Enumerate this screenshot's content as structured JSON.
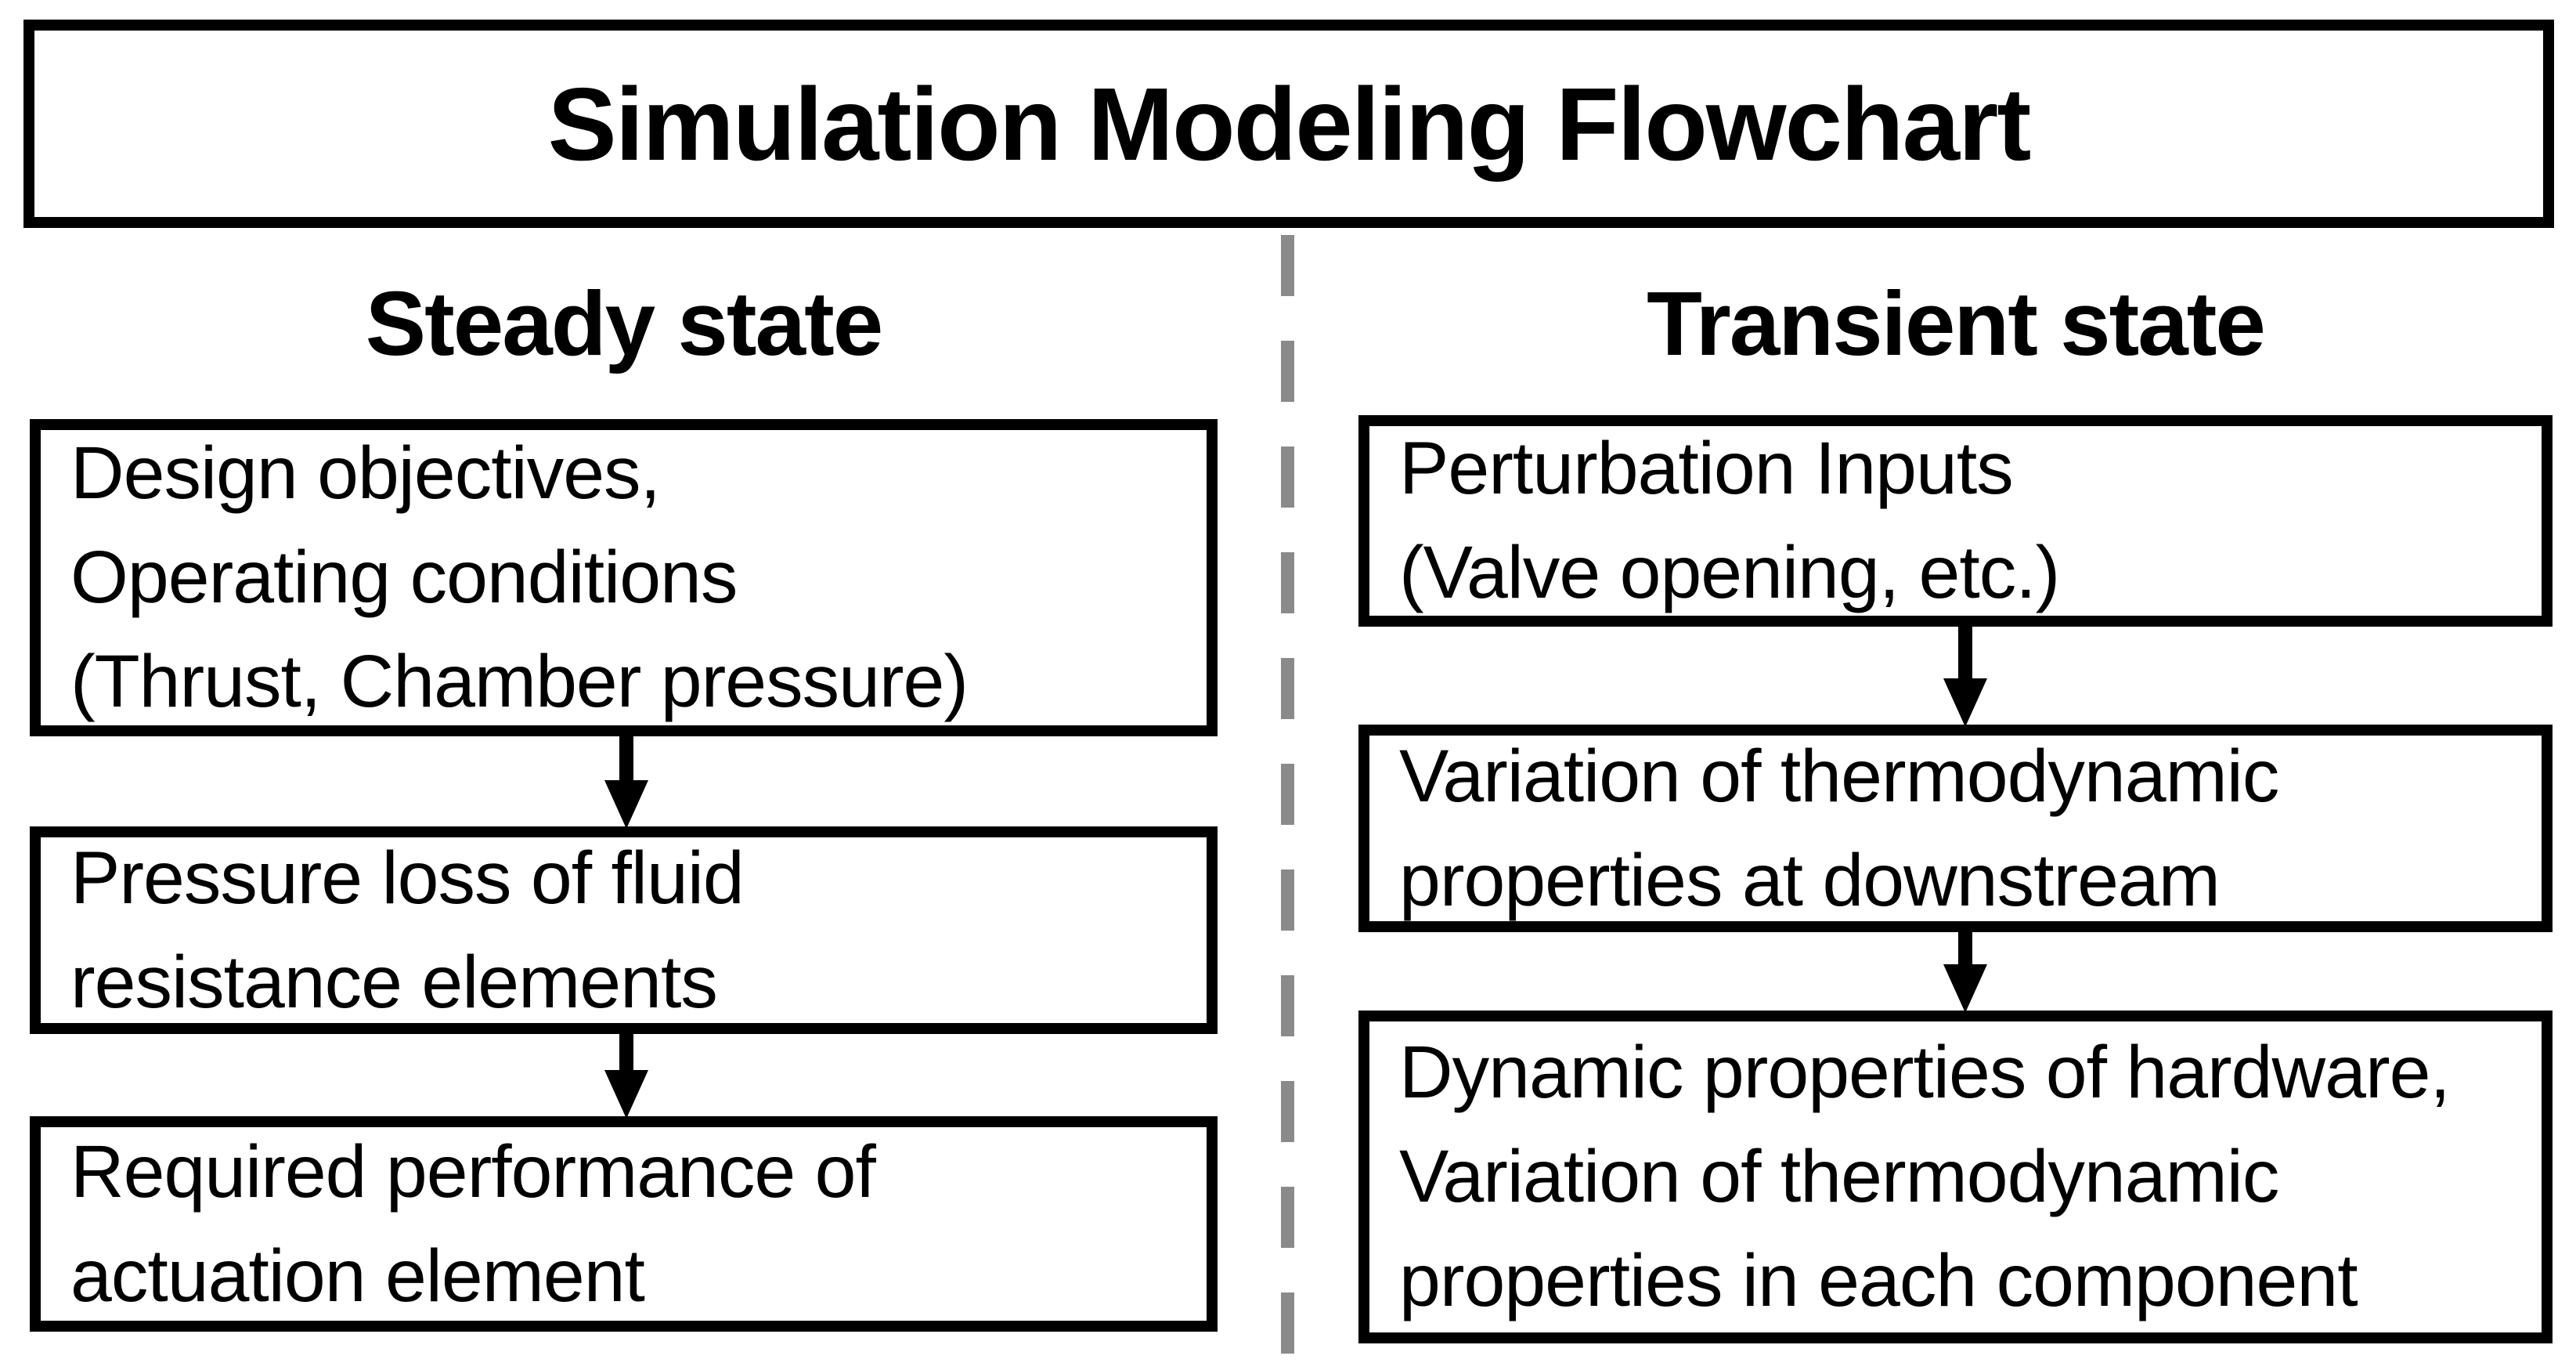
{
  "title": "Simulation Modeling Flowchart",
  "colors": {
    "ink": "#000000",
    "divider": "#8a8a8a",
    "background": "#ffffff"
  },
  "columns": [
    {
      "header": "Steady state",
      "boxes": [
        {
          "lines": [
            "Design objectives,",
            "Operating conditions",
            "(Thrust, Chamber pressure)"
          ]
        },
        {
          "lines": [
            "Pressure loss of fluid",
            "resistance elements"
          ]
        },
        {
          "lines": [
            "Required performance of",
            "actuation element"
          ]
        }
      ]
    },
    {
      "header": "Transient state",
      "boxes": [
        {
          "lines": [
            "Perturbation Inputs",
            "(Valve opening, etc.)"
          ]
        },
        {
          "lines": [
            "Variation of thermodynamic",
            "properties at downstream"
          ]
        },
        {
          "lines": [
            "Dynamic properties of hardware,",
            "Variation of thermodynamic",
            "properties in each component"
          ]
        }
      ]
    }
  ]
}
